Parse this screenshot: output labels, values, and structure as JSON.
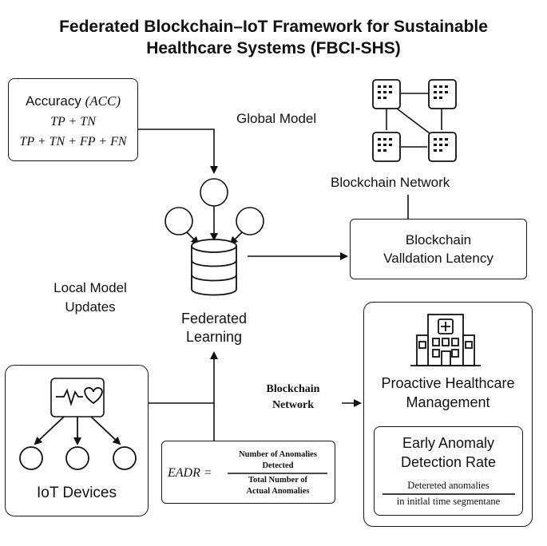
{
  "title_line1": "Federated Blockchain–IoT Framework for Sustainable",
  "title_line2": "Healthcare Systems (FBCI-SHS)",
  "accuracy": {
    "label": "Accuracy",
    "symbol": "(ACC)",
    "numerator": "TP + TN",
    "denominator": "TP + TN + FP + FN"
  },
  "global_model": "Global Model",
  "blockchain_network": "Blockchain Network",
  "latency": {
    "line1": "Blockchain",
    "line2": "Valldation Latency"
  },
  "local_updates": {
    "line1": "Local Model",
    "line2": "Updates"
  },
  "federated": {
    "line1": "Federated",
    "line2": "Learning"
  },
  "blockchain_network_bold": {
    "line1": "Blockchain",
    "line2": "Network"
  },
  "iot_devices": "IoT Devices",
  "eadr": {
    "symbol": "EADR =",
    "num_line1": "Number of Anomalies",
    "num_line2": "Detected",
    "den_line1": "Total Number of",
    "den_line2": "Actual Anomalies"
  },
  "proactive": {
    "line1": "Proactive Healthcare",
    "line2": "Management"
  },
  "early": {
    "line1": "Early Anomaly",
    "line2": "Detection Rate",
    "num": "Detereted anomalies",
    "den": "in initlal time segmentane"
  }
}
